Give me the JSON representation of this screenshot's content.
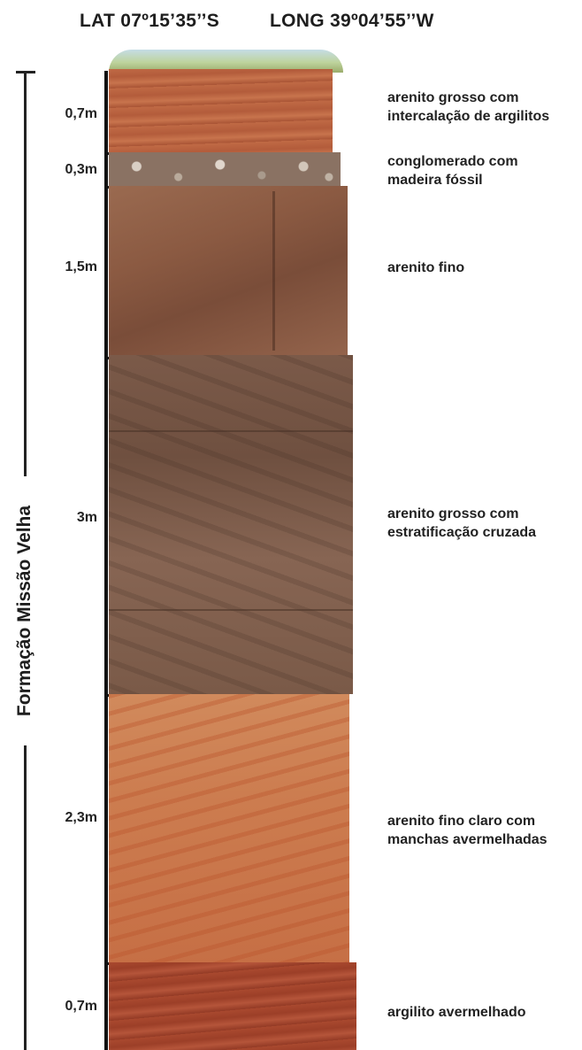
{
  "header": {
    "lat": "LAT 07º15’35’’S",
    "long": "LONG 39º04’55’’W"
  },
  "formation": {
    "name": "Formação Missão Velha"
  },
  "layers": [
    {
      "thickness": "0,7m",
      "desc_line1": "arenito grosso com",
      "desc_line2": "intercalação de argilitos",
      "color": "#b4603e"
    },
    {
      "thickness": "0,3m",
      "desc_line1": "conglomerado com",
      "desc_line2": "madeira fóssil",
      "color": "#9a8272"
    },
    {
      "thickness": "1,5m",
      "desc_line1": "arenito fino",
      "desc_line2": "",
      "color": "#8f5e45"
    },
    {
      "thickness": "3m",
      "desc_line1": "arenito grosso com",
      "desc_line2": "estratificação cruzada",
      "color": "#7d5a47"
    },
    {
      "thickness": "2,3m",
      "desc_line1": "arenito fino claro com",
      "desc_line2": "manchas avermelhadas",
      "color": "#c97a4d"
    },
    {
      "thickness": "0,7m",
      "desc_line1": "argilito avermelhado",
      "desc_line2": "",
      "color": "#a84c33"
    }
  ]
}
